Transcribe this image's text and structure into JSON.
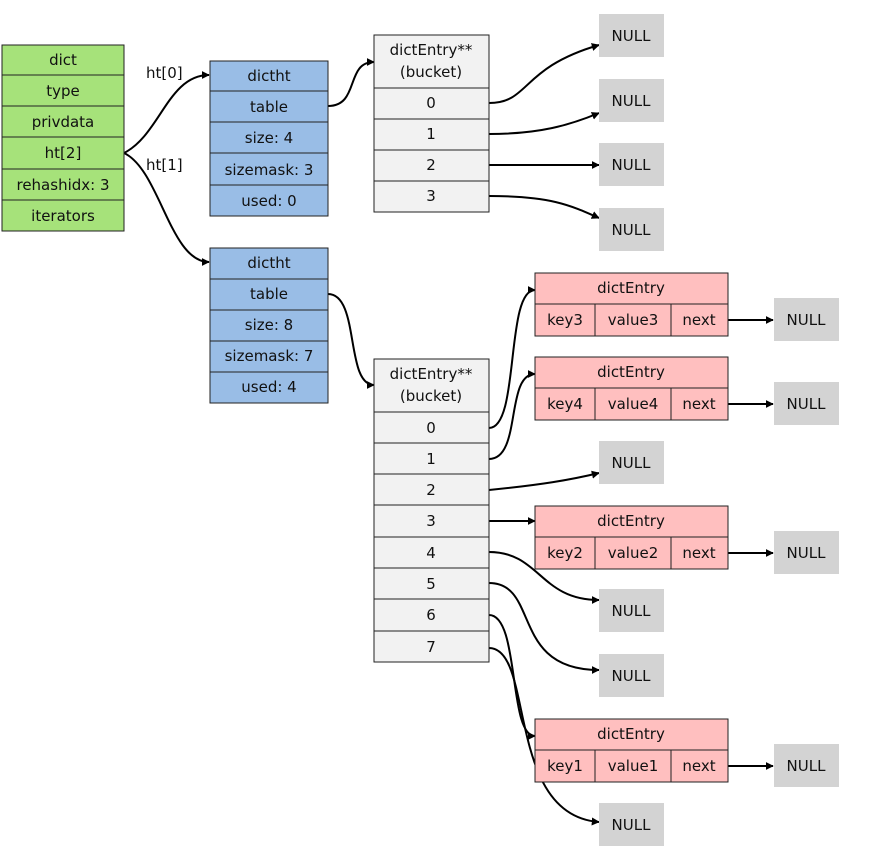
{
  "colors": {
    "dict": "#a6e27a",
    "dictht": "#99bde6",
    "bucket": "#f2f2f2",
    "entry": "#ffbfbf",
    "null_box": "#d3d3d3",
    "line": "#000000"
  },
  "dict": {
    "cells": [
      "dict",
      "type",
      "privdata",
      "ht[2]",
      "rehashidx: 3",
      "iterators"
    ]
  },
  "edge_labels": {
    "ht0": "ht[0]",
    "ht1": "ht[1]"
  },
  "ht0": {
    "cells": [
      "dictht",
      "table",
      "size: 4",
      "sizemask: 3",
      "used: 0"
    ]
  },
  "ht1": {
    "cells": [
      "dictht",
      "table",
      "size: 8",
      "sizemask: 7",
      "used: 4"
    ]
  },
  "buckets0": {
    "header_line1": "dictEntry**",
    "header_line2": "(bucket)",
    "slots": [
      "0",
      "1",
      "2",
      "3"
    ]
  },
  "buckets1": {
    "header_line1": "dictEntry**",
    "header_line2": "(bucket)",
    "slots": [
      "0",
      "1",
      "2",
      "3",
      "4",
      "5",
      "6",
      "7"
    ]
  },
  "entries": {
    "e3": {
      "title": "dictEntry",
      "key": "key3",
      "value": "value3",
      "next": "next"
    },
    "e4": {
      "title": "dictEntry",
      "key": "key4",
      "value": "value4",
      "next": "next"
    },
    "e2": {
      "title": "dictEntry",
      "key": "key2",
      "value": "value2",
      "next": "next"
    },
    "e1": {
      "title": "dictEntry",
      "key": "key1",
      "value": "value1",
      "next": "next"
    }
  },
  "null_label": "NULL"
}
